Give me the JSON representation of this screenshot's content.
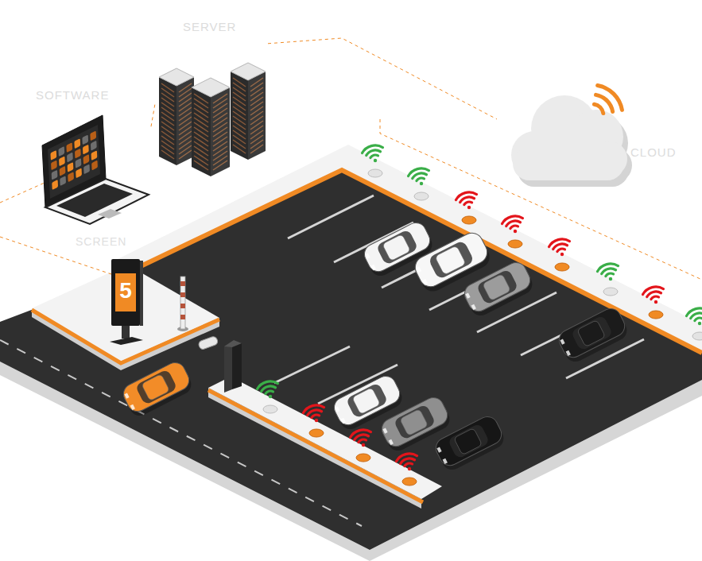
{
  "diagram": {
    "nodes": [
      {
        "text": [
          "SOFTWARE"
        ]
      },
      {
        "text": [
          "SERVER"
        ]
      },
      {
        "text": [
          "CLOUD"
        ]
      },
      {
        "text": [
          "5"
        ]
      }
    ],
    "edges": [
      {
        "from": 0,
        "to": 1,
        "arrow": "none"
      },
      {
        "from": 1,
        "to": 2,
        "arrow": "none"
      }
    ],
    "labels": [
      "SCREEN"
    ]
  }
}
